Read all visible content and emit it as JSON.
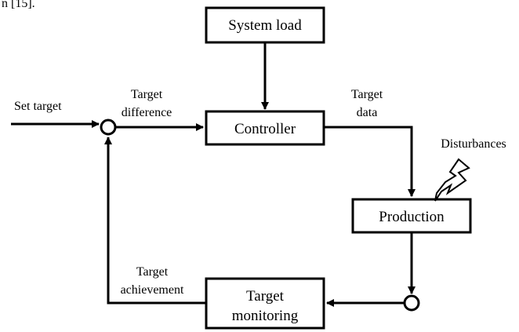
{
  "caption_fragment": "n [15].",
  "blocks": {
    "system_load": "System load",
    "controller": "Controller",
    "production": "Production",
    "target_monitoring_line1": "Target",
    "target_monitoring_line2": "monitoring"
  },
  "edge_labels": {
    "set_target": "Set target",
    "target_difference_line1": "Target",
    "target_difference_line2": "difference",
    "target_data_line1": "Target",
    "target_data_line2": "data",
    "disturbances": "Disturbances",
    "target_achievement_line1": "Target",
    "target_achievement_line2": "achievement"
  },
  "colors": {
    "stroke": "#000000",
    "background": "#ffffff"
  }
}
